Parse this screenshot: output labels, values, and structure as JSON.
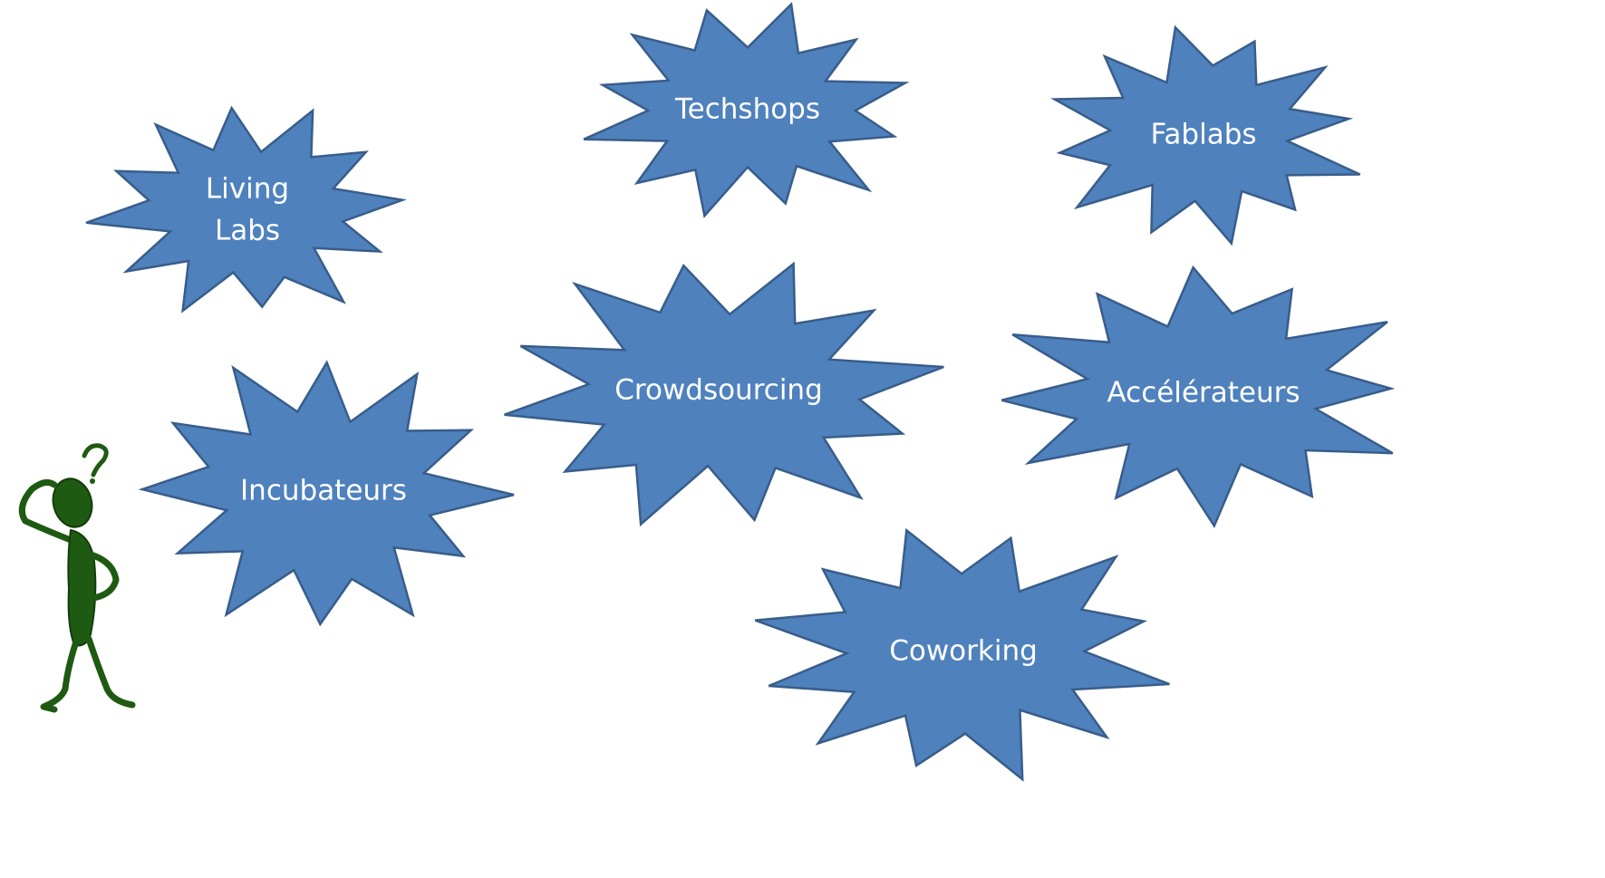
{
  "bursts": [
    {
      "lines": [
        "Living",
        "Labs"
      ]
    },
    {
      "lines": [
        "Techshops"
      ]
    },
    {
      "lines": [
        "Fablabs"
      ]
    },
    {
      "lines": [
        "Incubateurs"
      ]
    },
    {
      "lines": [
        "Crowdsourcing"
      ]
    },
    {
      "lines": [
        "Accélérateurs"
      ]
    },
    {
      "lines": [
        "Coworking"
      ]
    }
  ],
  "colors": {
    "fill": "#4f81bd",
    "stroke": "#385d8a",
    "text": "#ffffff",
    "figure": "#1f5a12"
  },
  "figure": {
    "icon": "thinking-person-icon"
  }
}
